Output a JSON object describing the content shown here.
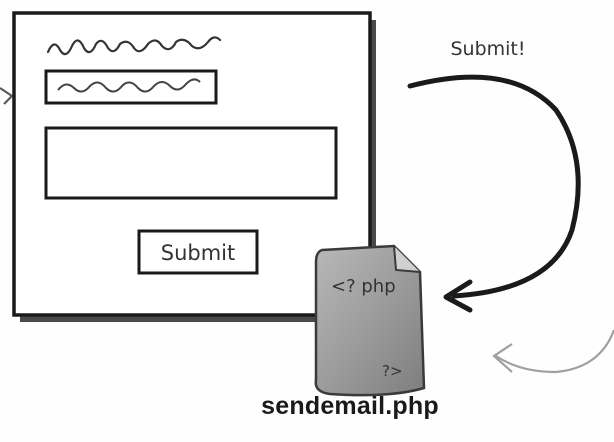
{
  "form": {
    "submit_button_label": "Submit"
  },
  "arrow": {
    "label": "Submit!"
  },
  "file": {
    "code_open": "<? php",
    "code_close": "?>",
    "filename": "sendemail.php"
  },
  "colors": {
    "ink": "#1a1a1a",
    "paper": "#ffffff",
    "file_gray": "#9a9a9a",
    "return_arrow": "#9a9a9a"
  }
}
